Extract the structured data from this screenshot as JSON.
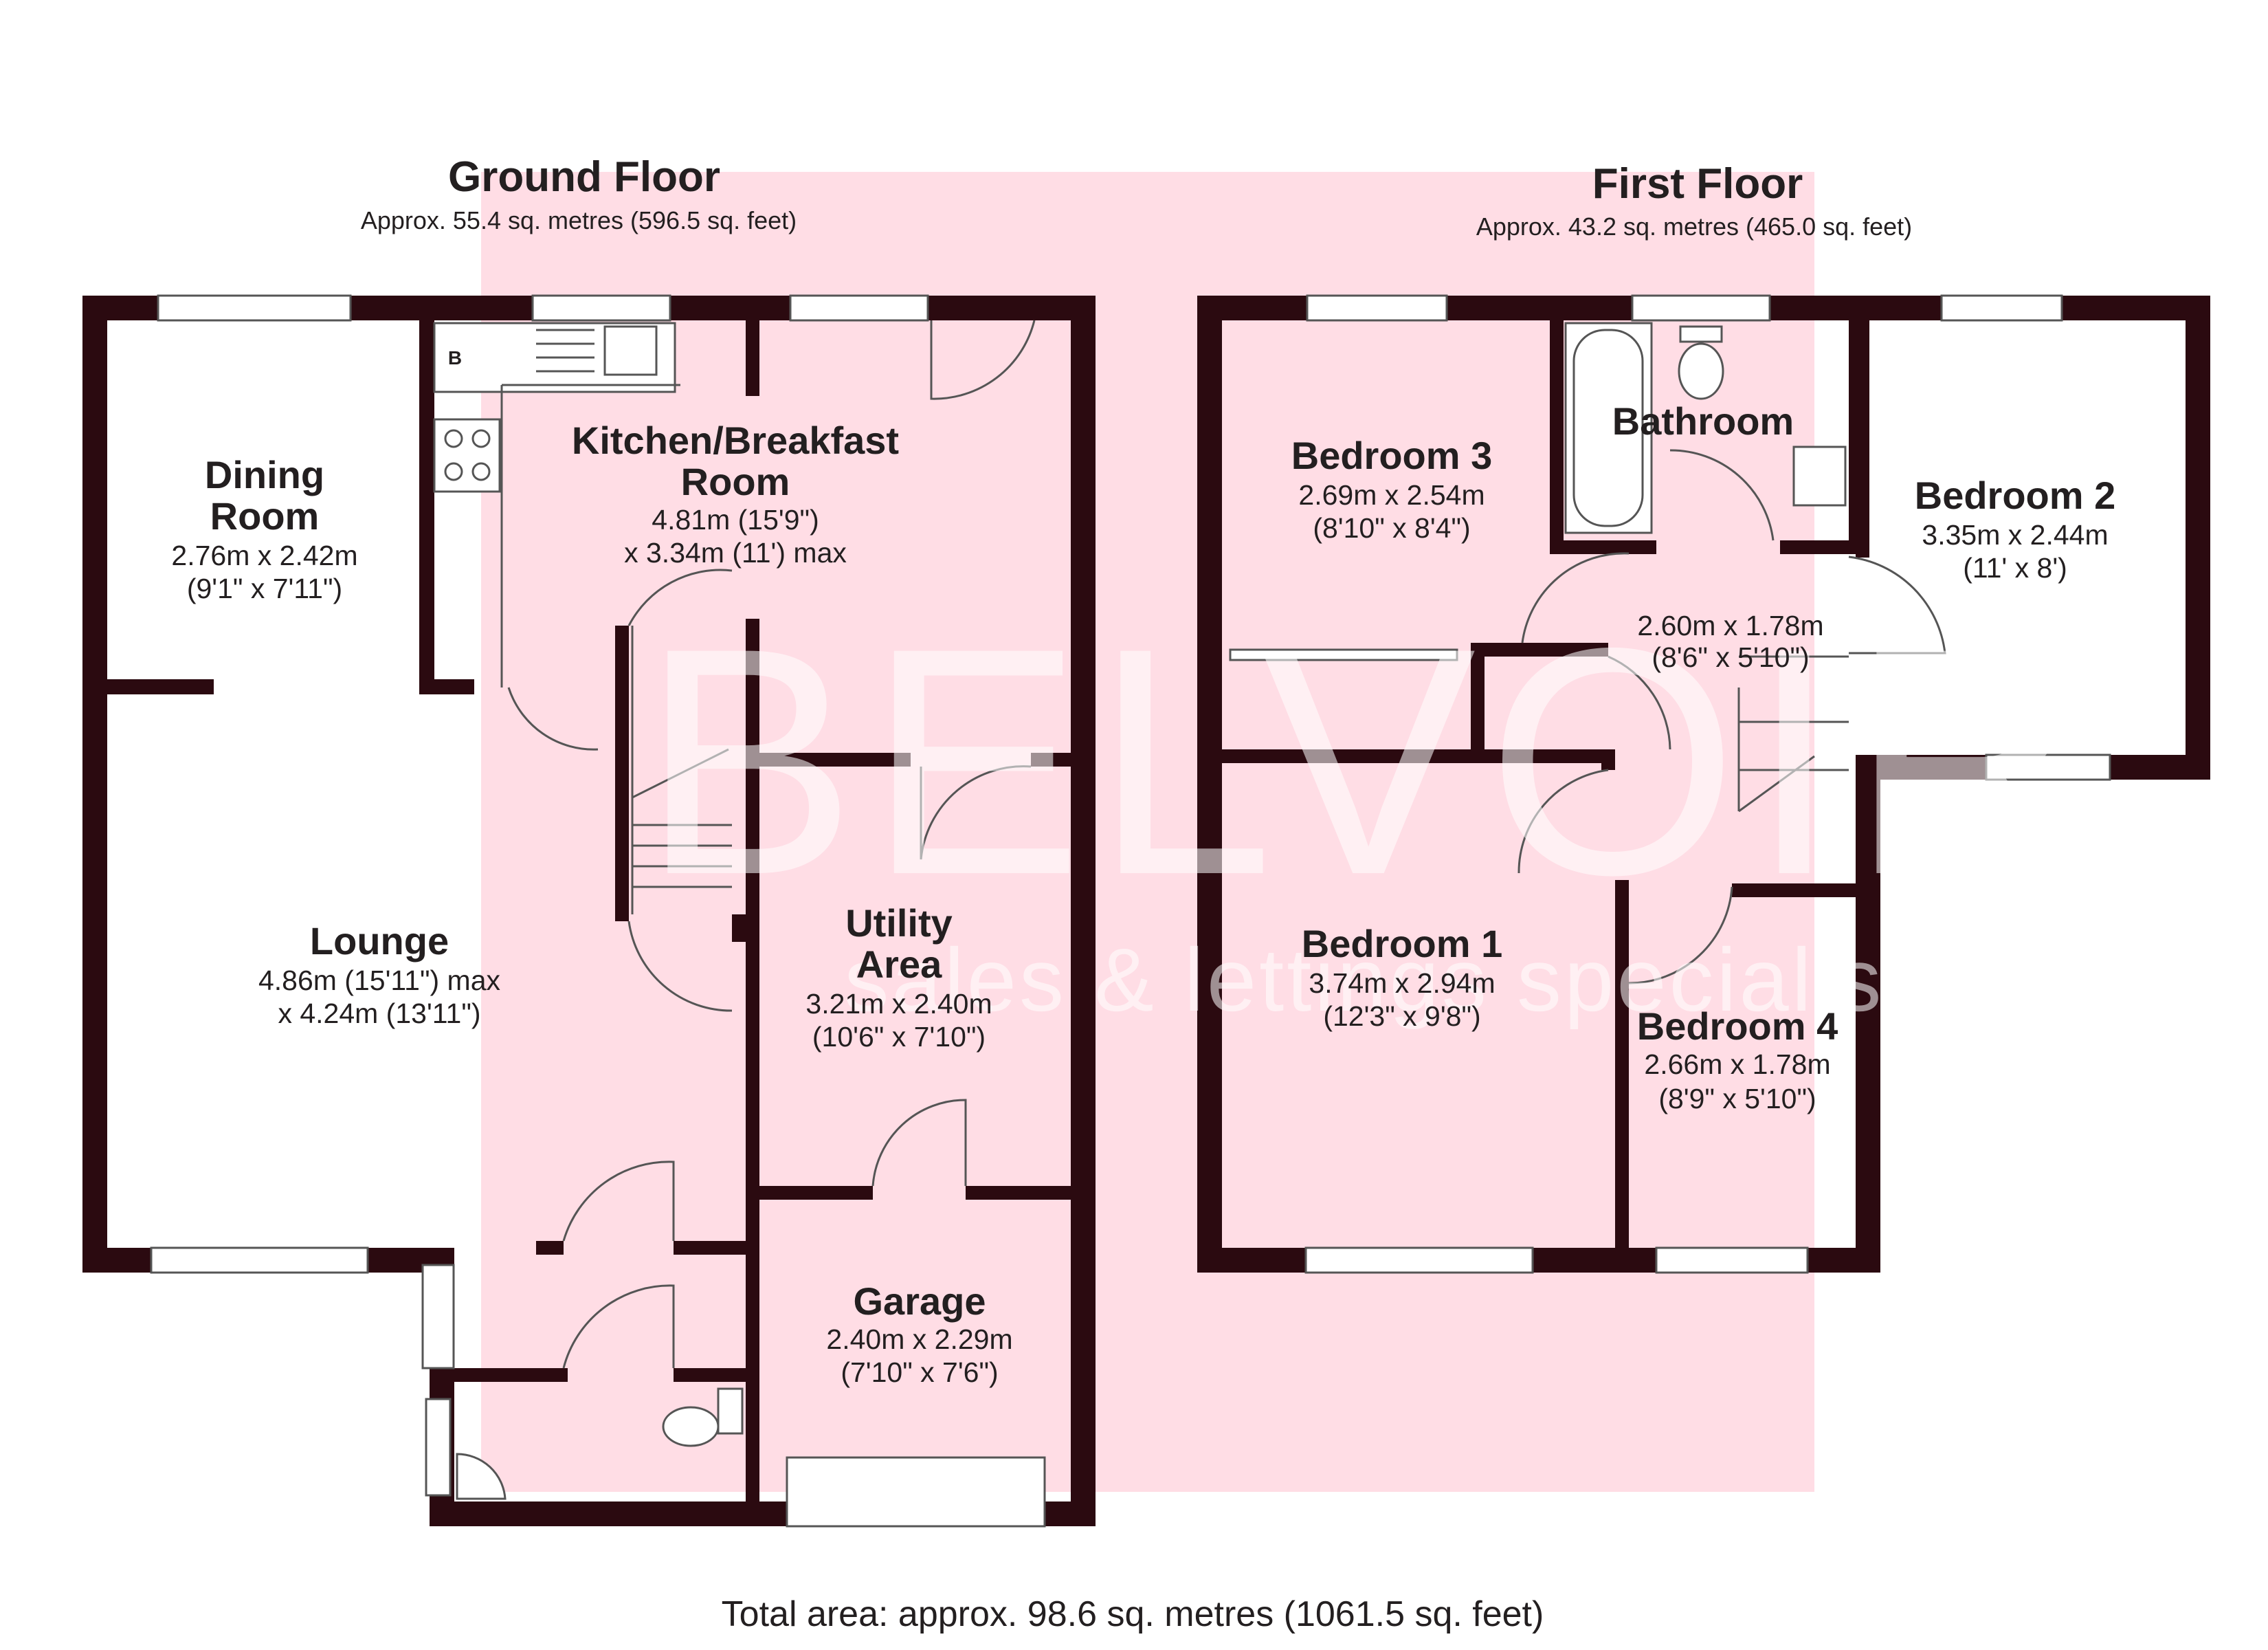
{
  "ground_floor": {
    "title": "Ground Floor",
    "area": "Approx. 55.4 sq. metres (596.5 sq. feet)",
    "rooms": {
      "dining": {
        "name1": "Dining",
        "name2": "Room",
        "dim1": "2.76m x 2.42m",
        "dim2": "(9'1\" x 7'11\")"
      },
      "kitchen": {
        "name1": "Kitchen/Breakfast",
        "name2": "Room",
        "dim1": "4.81m (15'9\")",
        "dim2": "x 3.34m (11') max"
      },
      "lounge": {
        "name1": "Lounge",
        "dim1": "4.86m (15'11\") max",
        "dim2": "x 4.24m (13'11\")"
      },
      "utility": {
        "name1": "Utility",
        "name2": "Area",
        "dim1": "3.21m x 2.40m",
        "dim2": "(10'6\" x 7'10\")"
      },
      "garage": {
        "name1": "Garage",
        "dim1": "2.40m x 2.29m",
        "dim2": "(7'10\" x 7'6\")"
      }
    },
    "boiler_label": "B"
  },
  "first_floor": {
    "title": "First Floor",
    "area": "Approx. 43.2 sq. metres (465.0 sq. feet)",
    "rooms": {
      "bedroom3": {
        "name1": "Bedroom 3",
        "dim1": "2.69m x 2.54m",
        "dim2": "(8'10\" x 8'4\")"
      },
      "bathroom": {
        "name1": "Bathroom"
      },
      "bedroom2": {
        "name1": "Bedroom 2",
        "dim1": "3.35m x 2.44m",
        "dim2": "(11' x 8')"
      },
      "landing": {
        "dim1": "2.60m x 1.78m",
        "dim2": "(8'6\" x 5'10\")"
      },
      "bedroom1": {
        "name1": "Bedroom 1",
        "dim1": "3.74m x 2.94m",
        "dim2": "(12'3\" x 9'8\")"
      },
      "bedroom4": {
        "name1": "Bedroom 4",
        "dim1": "2.66m x 1.78m",
        "dim2": "(8'9\" x 5'10\")"
      }
    }
  },
  "total_area": "Total area: approx. 98.6 sq. metres (1061.5 sq. feet)",
  "watermark": {
    "brand": "BELVOIR",
    "tagline": "sales & lettings specialis"
  },
  "colors": {
    "wall": "#2b0a10",
    "watermark_bg": "#ffdde5",
    "text": "#231f20"
  }
}
